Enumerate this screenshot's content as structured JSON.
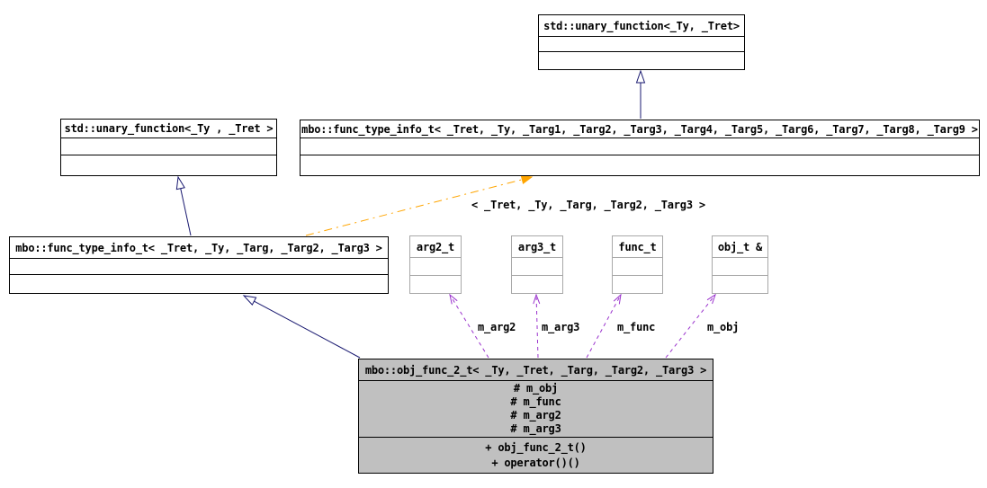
{
  "colors": {
    "background": "#ffffff",
    "text": "#000000",
    "node_border": "#000000",
    "node_fill": "#ffffff",
    "secondary_node_border": "#a8a8a8",
    "highlight_node_fill": "#c0c0c0",
    "inheritance_edge": "#191970",
    "template_edge": "#ffa500",
    "usage_edge": "#9a32cd"
  },
  "nodes": {
    "std_unary_function_top": {
      "title": "std::unary_function<_Ty, _Tret>"
    },
    "std_unary_function_left": {
      "title": "std::unary_function<_Ty , _Tret >"
    },
    "func_type_info_9": {
      "title": "mbo::func_type_info_t< _Tret, _Ty, _Targ1, _Targ2, _Targ3, _Targ4, _Targ5, _Targ6, _Targ7, _Targ8, _Targ9 >"
    },
    "func_type_info_5": {
      "title": "mbo::func_type_info_t< _Tret, _Ty, _Targ, _Targ2, _Targ3 >"
    },
    "arg2_t": {
      "title": "arg2_t"
    },
    "arg3_t": {
      "title": "arg3_t"
    },
    "func_t": {
      "title": "func_t"
    },
    "obj_t": {
      "title": "obj_t &"
    },
    "obj_func_2_t": {
      "title": "mbo::obj_func_2_t< _Ty, _Tret, _Targ, _Targ2, _Targ3 >",
      "attributes": [
        "# m_obj",
        "# m_func",
        "# m_arg2",
        "# m_arg3"
      ],
      "methods": [
        "+ obj_func_2_t()",
        "+ operator()()"
      ]
    }
  },
  "edge_labels": {
    "template_args": "< _Tret, _Ty, _Targ, _Targ2, _Targ3 >",
    "m_arg2": "m_arg2",
    "m_arg3": "m_arg3",
    "m_func": "m_func",
    "m_obj": "m_obj"
  }
}
